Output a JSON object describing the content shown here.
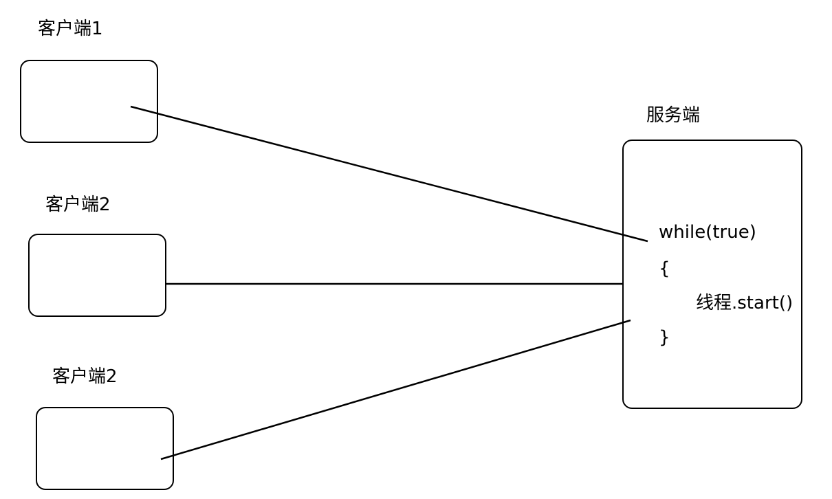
{
  "clients": [
    {
      "label": "客户端1"
    },
    {
      "label": "客户端2"
    },
    {
      "label": "客户端2"
    }
  ],
  "server": {
    "label": "服务端",
    "code": {
      "line1": "while(true)",
      "line2": "{",
      "line3": "线程.start()",
      "line4": "}"
    }
  }
}
